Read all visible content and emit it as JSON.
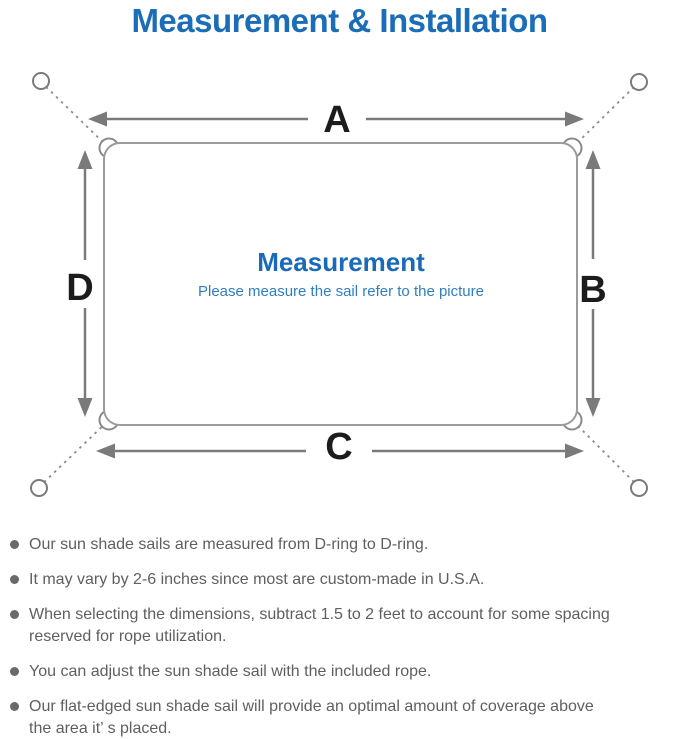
{
  "title": "Measurement & Installation",
  "diagram": {
    "labels": {
      "top": "A",
      "right": "B",
      "bottom": "C",
      "left": "D"
    },
    "center_title": "Measurement",
    "center_subtitle": "Please measure the sail refer to the picture"
  },
  "bullets": [
    {
      "lines": [
        "Our sun shade sails are measured from D-ring to D-ring."
      ]
    },
    {
      "lines": [
        "It may vary by 2-6 inches since most are custom-made in U.S.A."
      ]
    },
    {
      "lines": [
        "When selecting the dimensions, subtract 1.5 to 2 feet to account for some spacing",
        "reserved for rope utilization."
      ]
    },
    {
      "lines": [
        "You can adjust the sun shade sail with the included rope."
      ]
    },
    {
      "lines": [
        "Our flat-edged sun shade sail will provide an optimal amount of coverage above",
        "the area it’ s placed."
      ]
    }
  ],
  "colors": {
    "title_blue": "#1b6db7",
    "center_title_blue": "#1a6ab8",
    "center_subtitle_blue": "#2f7fc0",
    "dimension_label_black": "#1c1c1c",
    "arrow_gray": "#7a7a7a",
    "sail_outline_gray": "#9b9b9b",
    "bullet_text_gray": "#5f5f5f",
    "background": "#ffffff"
  }
}
